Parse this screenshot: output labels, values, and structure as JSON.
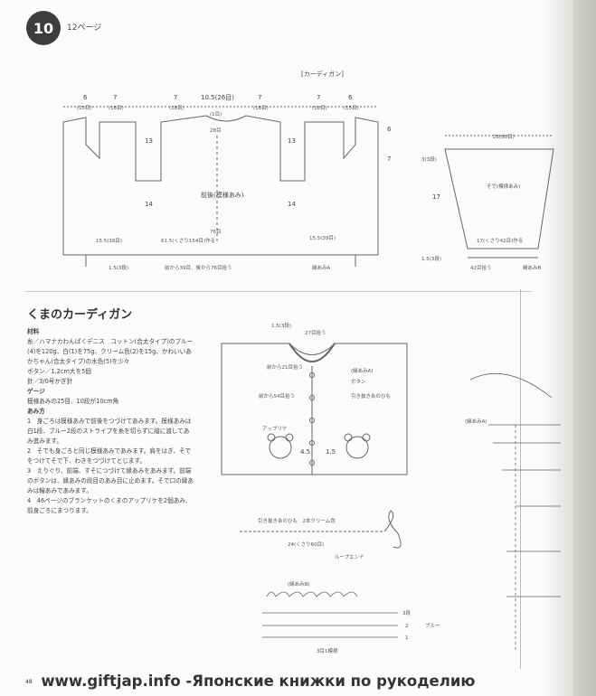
{
  "header": {
    "page_number": "10",
    "page_ref": "12ページ"
  },
  "pattern_title": "くまのカーディガン",
  "sections": {
    "materials_heading": "材料",
    "materials": "糸／ハマナカわんぱくデニス　コットン(合太タイプ)のブルー(4)を120g、白(1)を75g、クリーム色(2)を15g、かわいいあかちゃん(合太タイプ)の水色(5)を少々",
    "buttons": "ボタン／1.2cm大を5個",
    "needle": "針／3/0号かぎ針",
    "gauge_heading": "ゲージ",
    "gauge": "模様あみの25目、10段が10cm角",
    "method_heading": "あみ方",
    "steps": [
      "1　身ごろは模様あみで前後をつづけてあみます。模様あみは白1段、ブルー2段のストライプを糸を切らずに縦に渡してあみ進みます。",
      "2　そでも身ごろと同じ模様あみであみます。肩をはぎ、そでをつけてそで下、わきをつづけてとじます。",
      "3　えりぐり、前端、すそにつづけて縁あみをあみます。前端のボタンは、縁あみの段目のあみ目に止めます。そで口の縁あみは輪あみであみます。",
      "4　46ページのブランケットのくまのアップリケを2個あみ、前身ごろにまつります。"
    ]
  },
  "footer": {
    "page_num": "48",
    "text": "www.giftjap.info -Японские книжки по рукоделию"
  },
  "diagram": {
    "body": {
      "cardigan_label": "[カーディガン]",
      "top_dims": [
        "6",
        "7",
        "7",
        "10.5(26目)",
        "7",
        "7",
        "6"
      ],
      "top_sub": [
        "(15目)",
        "(18目)",
        "(18目)",
        "(1目)",
        "(18目)",
        "(18目)",
        "(15目)"
      ],
      "neck_label": "28目",
      "side_13": "13",
      "side_14": "14",
      "right_6": "6",
      "right_7": "7",
      "center_label": "前後(模様あみ)",
      "bottom_76": "76目",
      "bottom_61": "61.5(くさり154目)作る",
      "bottom_155l": "15.5(39目)",
      "bottom_155r": "15.5(39目)",
      "bottom_15": "1.5(3段)",
      "bottom_note": "前から39目、後から76目拾う",
      "edge_a": "縁あみA"
    },
    "sleeve": {
      "top": "28(68目)",
      "left_3": "3(3段)",
      "left_17": "17",
      "center": "そで(模様あみ)",
      "bottom": "17(くさり42目)作る",
      "left_15": "1.5(3段)",
      "bottom_note": "42目拾う",
      "edge": "縁あみB"
    },
    "cardigan_front": {
      "top_15": "1.5(3段)",
      "collar_27": "27目拾う",
      "pick": "前から21目拾う",
      "edge_a": "(縁あみA)",
      "button": "ボタン",
      "string": "引き抜き糸のひも",
      "from_front": "前から54目拾う",
      "applique": "アップリケ",
      "d45": "4.5",
      "d15": "1.5"
    },
    "cord": {
      "label": "引き抜き糸のひも　2本クリーム色",
      "len": "24(くさり60目)",
      "loop": "ループエンド"
    },
    "edge_a_chart": "(縁あみA)",
    "edge_b_chart": {
      "label": "(縁あみB)",
      "r3": "3段",
      "r2": "2",
      "r1": "1",
      "blue": "ブルー",
      "bottom": "3目1模様"
    }
  }
}
